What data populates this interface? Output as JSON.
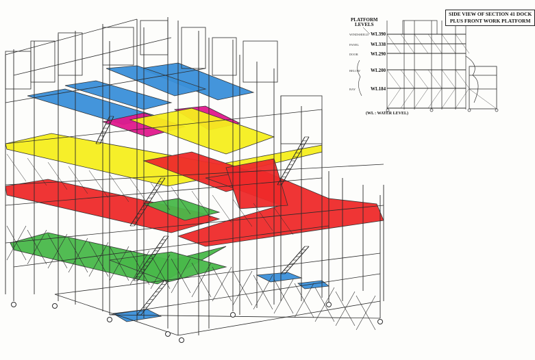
{
  "title": {
    "line1": "SIDE VIEW OF SECTION 41 DOCK",
    "line2": "PLUS FRONT WORK PLATFORM"
  },
  "platform_levels": {
    "heading_line1": "PLATFORM",
    "heading_line2": "LEVELS",
    "levels": [
      "WL390",
      "WL338",
      "WL290",
      "WL200",
      "WL184"
    ],
    "side_tags": [
      "WINDSHIELD",
      "PANEL",
      "DOOR",
      "BELOW",
      "BAY"
    ]
  },
  "note": "(WL : WATER LEVEL)",
  "colors": {
    "blue": "#3a8fd9",
    "magenta": "#e0188c",
    "yellow": "#f5ee1e",
    "red": "#ee2a2a",
    "green": "#49b84a",
    "frame": "#2a2a2a"
  },
  "platform_icons": [
    "scaffold-frame-icon",
    "stair-icon",
    "caster-wheel-icon"
  ]
}
